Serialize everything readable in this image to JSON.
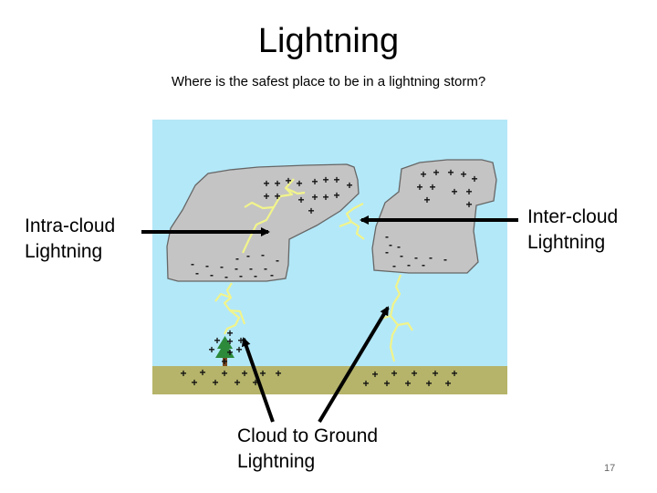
{
  "slide": {
    "title": "Lightning",
    "subtitle": "Where is the safest place to be in a lightning storm?",
    "page_number": "17"
  },
  "labels": {
    "intra_cloud": "Intra-cloud\nLightning",
    "inter_cloud": "Inter-cloud\nLightning",
    "cloud_to_ground": "Cloud to Ground\nLightning"
  },
  "colors": {
    "sky": "#b3e8f8",
    "ground": "#b5b46a",
    "cloud": "#c4c4c4",
    "bolt": "#f1f48b",
    "tree_crown": "#2c8a3a",
    "tree_trunk": "#7a4a22"
  },
  "icons": {
    "tree": "tree-icon",
    "bolt": "lightning-bolt-icon",
    "arrow": "arrow-icon"
  },
  "symbols": {
    "positive": "+",
    "negative": "-"
  }
}
